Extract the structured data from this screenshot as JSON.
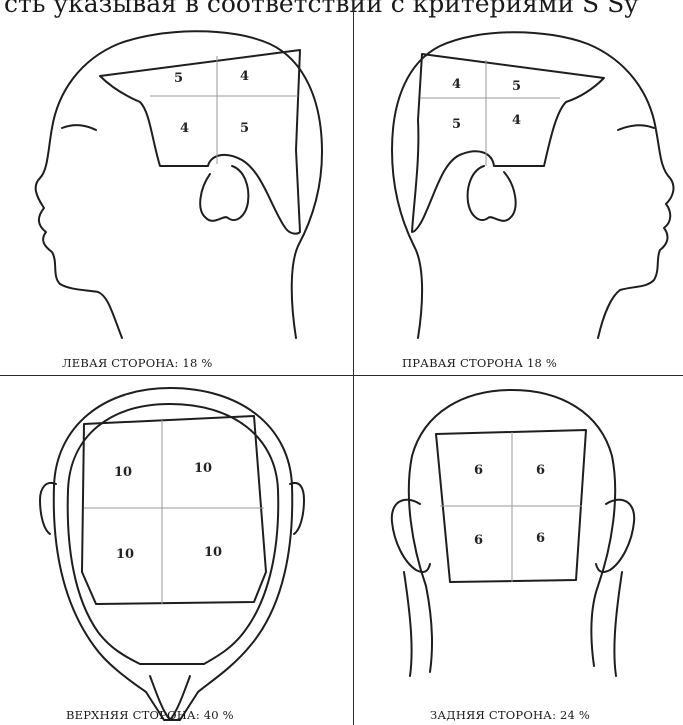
{
  "header_text": "сть указывая в соответствии с критериями S  Sy",
  "panels": {
    "left": {
      "caption": "ЛЕВАЯ СТОРОНА: 18 %",
      "zones": [
        "5",
        "4",
        "4",
        "5"
      ]
    },
    "right": {
      "caption": "ПРАВАЯ СТОРОНА 18 %",
      "zones": [
        "4",
        "5",
        "5",
        "4"
      ]
    },
    "top": {
      "caption": "ВЕРХНЯЯ СТОРОНА: 40 %",
      "zones": [
        "10",
        "10",
        "10",
        "10"
      ]
    },
    "back": {
      "caption": "ЗАДНЯЯ СТОРОНА: 24 %",
      "zones": [
        "6",
        "6",
        "6",
        "6"
      ]
    }
  }
}
